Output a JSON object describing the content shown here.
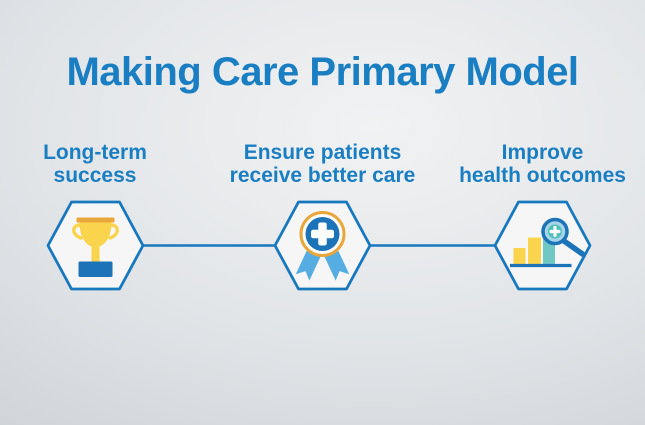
{
  "slide": {
    "title": "Making Care Primary Model"
  },
  "nodes": [
    {
      "label": "Long-term\nsuccess",
      "icon": "trophy-icon"
    },
    {
      "label": "Ensure patients\nreceive better care",
      "icon": "medal-icon"
    },
    {
      "label": "Improve\nhealth outcomes",
      "icon": "chart-magnifier-icon"
    }
  ],
  "colors": {
    "accent_blue": "#1a7ec3",
    "outline_blue": "#1878be",
    "dark_blue": "#1c73b8",
    "yellow": "#f9d44c",
    "gold": "#e9a63b",
    "light_blue": "#55ade1",
    "teal": "#6fc8c3",
    "lens_blue": "#a7d5e8",
    "lens_teal": "#4fc0ba",
    "hex_fill": "#f5f6f5",
    "background_center": "#f1f2f3",
    "background_edge": "#c7ccd2"
  }
}
